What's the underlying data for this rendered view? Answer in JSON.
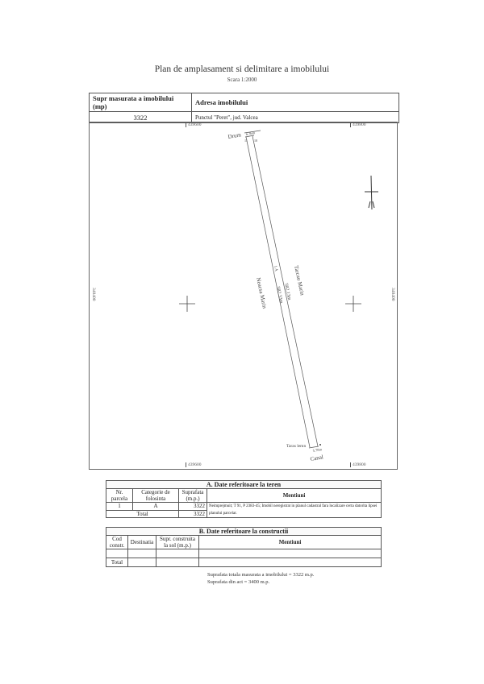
{
  "document": {
    "title": "Plan de amplasament si delimitare a imobilului",
    "scale": "Scara 1:2000"
  },
  "header_table": {
    "col1_header": "Supr masurata a imobilului (mp)",
    "col2_header": "Adresa imobilului",
    "area_value": "3322",
    "address_value": "Punctul \"Peret\", jud. Valcea"
  },
  "map": {
    "top_coords": [
      "439600",
      "439800"
    ],
    "bottom_coords": [
      "439600",
      "439800"
    ],
    "left_coord": "340400",
    "right_coord": "340400",
    "labels": {
      "north_neighbor": "Drum",
      "north_width": "6.36m",
      "north_point_left": "11",
      "north_point_right": "18",
      "east_neighbor": "Tarcau Marin",
      "west_neighbor": "Neacsa Marin",
      "east_length": "582.13m",
      "west_length": "582.33m",
      "parcel_number": "1 A",
      "south_fence": "Taras lemn",
      "south_width": "5.78m",
      "south_neighbor": "Canal"
    },
    "north_arrow": "north-arrow-icon"
  },
  "section_a": {
    "title": "A. Date referitoare la teren",
    "headers": [
      "Nr. parcela",
      "Categorie de folosinta",
      "Suprafata (m.p.)",
      "Mentiuni"
    ],
    "rows": [
      {
        "nr": "1",
        "categorie": "A",
        "suprafata": "3322"
      }
    ],
    "total_label": "Total",
    "total_value": "3322",
    "mentiuni": "Neimprejmuit; T 91, P 2383-45; Imobil neregistrat in planul cadastral fara localizare certa datorita lipsei planului parcelar."
  },
  "section_b": {
    "title": "B. Date referitoare la constructii",
    "headers": [
      "Cod constr.",
      "Destinatia",
      "Supr. construita la sol (m.p.)",
      "Mentiuni"
    ],
    "total_label": "Total"
  },
  "footer": {
    "line1": "Suprafata totala masurata a imobilului = 3322 m.p.",
    "line2": "Suprafata din act = 3400 m.p."
  }
}
